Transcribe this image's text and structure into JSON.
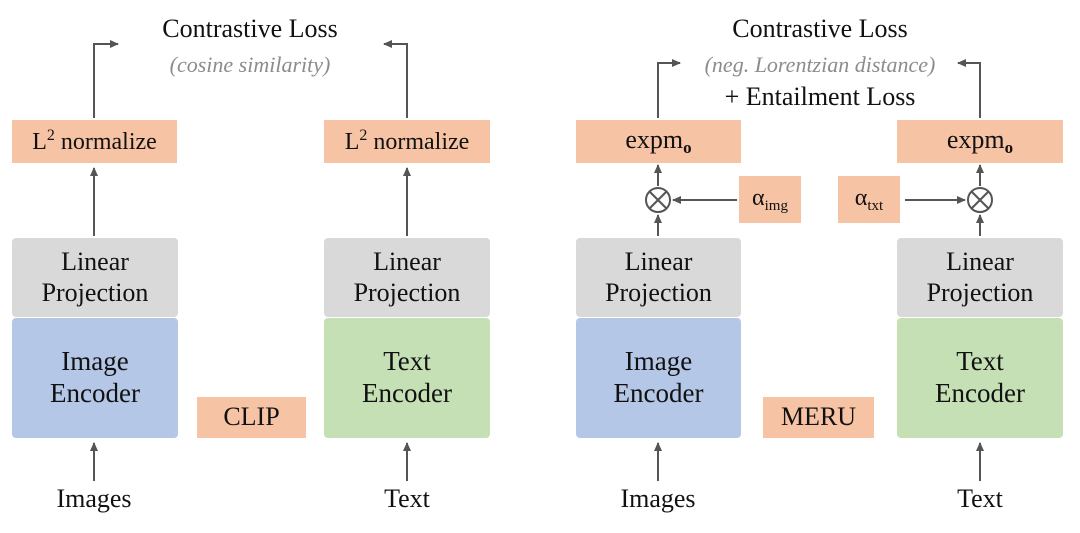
{
  "clip": {
    "loss_title": "Contrastive Loss",
    "loss_subtitle": "(cosine similarity)",
    "normalize": {
      "prefix": "L",
      "sup": "2",
      "suffix": " normalize"
    },
    "projection": [
      "Linear",
      "Projection"
    ],
    "image_encoder": [
      "Image",
      "Encoder"
    ],
    "text_encoder": [
      "Text",
      "Encoder"
    ],
    "model_label": "CLIP",
    "input_images": "Images",
    "input_text": "Text"
  },
  "meru": {
    "loss_title": "Contrastive Loss",
    "loss_subtitle": "(neg. Lorentzian distance)",
    "entailment": "+ Entailment Loss",
    "expm": {
      "base": "expm",
      "sub": "o"
    },
    "alpha_img": {
      "base": "α",
      "sub": "img"
    },
    "alpha_txt": {
      "base": "α",
      "sub": "txt"
    },
    "multiply_symbol": "⊗",
    "projection": [
      "Linear",
      "Projection"
    ],
    "image_encoder": [
      "Image",
      "Encoder"
    ],
    "text_encoder": [
      "Text",
      "Encoder"
    ],
    "model_label": "MERU",
    "input_images": "Images",
    "input_text": "Text"
  },
  "colors": {
    "orange": "#f6c4a4",
    "gray": "#d9d9d9",
    "blue": "#b4c7e7",
    "green": "#c5e0b4",
    "arrow": "#555555",
    "subtitle": "#8c8c8c"
  }
}
